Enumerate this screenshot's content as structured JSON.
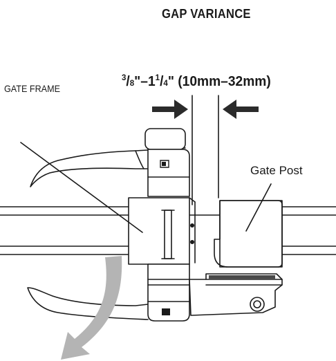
{
  "title": "GAP VARIANCE",
  "labels": {
    "gate_frame": "GATE FRAME",
    "gate_post": "Gate Post"
  },
  "gap_range": {
    "min_num": "3",
    "min_den": "8",
    "max_whole": "1",
    "max_num": "1",
    "max_den": "4",
    "quote_sep": "\"–",
    "quote_end": "\"",
    "metric": "(10mm–32mm)"
  },
  "colors": {
    "line": "#1a1a1a",
    "arrow_fill": "#2b2b2b",
    "swing_arrow": "#b4b4b4"
  }
}
